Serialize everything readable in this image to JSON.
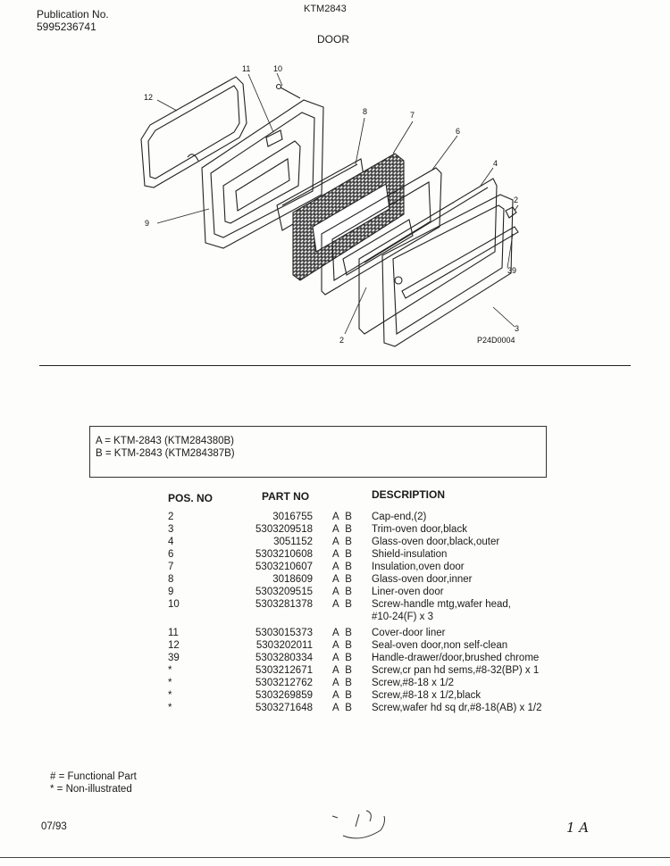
{
  "header": {
    "publication_label": "Publication No.",
    "publication_number": "5995236741",
    "model": "KTM2843",
    "section": "DOOR"
  },
  "diagram": {
    "callouts": [
      "11",
      "10",
      "12",
      "8",
      "7",
      "6",
      "4",
      "2",
      "9",
      "39",
      "3",
      "2"
    ],
    "figure_id": "P24D0004"
  },
  "legend": [
    "A = KTM-2843 (KTM284380B)",
    "B = KTM-2843 (KTM284387B)"
  ],
  "table": {
    "headers": {
      "pos": "POS. NO",
      "part": "PART NO",
      "desc": "DESCRIPTION"
    },
    "rows": [
      {
        "pos": "2",
        "part": "3016755",
        "ab": "A B",
        "desc": "Cap-end,(2)"
      },
      {
        "pos": "3",
        "part": "5303209518",
        "ab": "A B",
        "desc": "Trim-oven door,black"
      },
      {
        "pos": "4",
        "part": "3051152",
        "ab": "A B",
        "desc": "Glass-oven door,black,outer"
      },
      {
        "pos": "6",
        "part": "5303210608",
        "ab": "A B",
        "desc": "Shield-insulation"
      },
      {
        "pos": "7",
        "part": "5303210607",
        "ab": "A B",
        "desc": "Insulation,oven door"
      },
      {
        "pos": "8",
        "part": "3018609",
        "ab": "A B",
        "desc": "Glass-oven door,inner"
      },
      {
        "pos": "9",
        "part": "5303209515",
        "ab": "A B",
        "desc": "Liner-oven door"
      },
      {
        "pos": "10",
        "part": "5303281378",
        "ab": "A B",
        "desc": "Screw-handle mtg,wafer head,",
        "desc2": "#10-24(F) x 3"
      },
      {
        "pos": "11",
        "part": "5303015373",
        "ab": "A B",
        "desc": "Cover-door liner"
      },
      {
        "pos": "12",
        "part": "5303202011",
        "ab": "A B",
        "desc": "Seal-oven door,non self-clean"
      },
      {
        "pos": "39",
        "part": "5303280334",
        "ab": "A B",
        "desc": "Handle-drawer/door,brushed chrome"
      },
      {
        "pos": "*",
        "part": "5303212671",
        "ab": "A B",
        "desc": "Screw,cr pan hd sems,#8-32(BP) x 1"
      },
      {
        "pos": "*",
        "part": "5303212762",
        "ab": "A B",
        "desc": "Screw,#8-18 x 1/2"
      },
      {
        "pos": "*",
        "part": "5303269859",
        "ab": "A B",
        "desc": "Screw,#8-18 x 1/2,black"
      },
      {
        "pos": "*",
        "part": "5303271648",
        "ab": "A B",
        "desc": "Screw,wafer hd sq dr,#8-18(AB) x 1/2"
      }
    ]
  },
  "footnotes": {
    "functional": "# = Functional Part",
    "non_illustrated": "* = Non-illustrated"
  },
  "date": "07/93",
  "page_marker": "1 A"
}
